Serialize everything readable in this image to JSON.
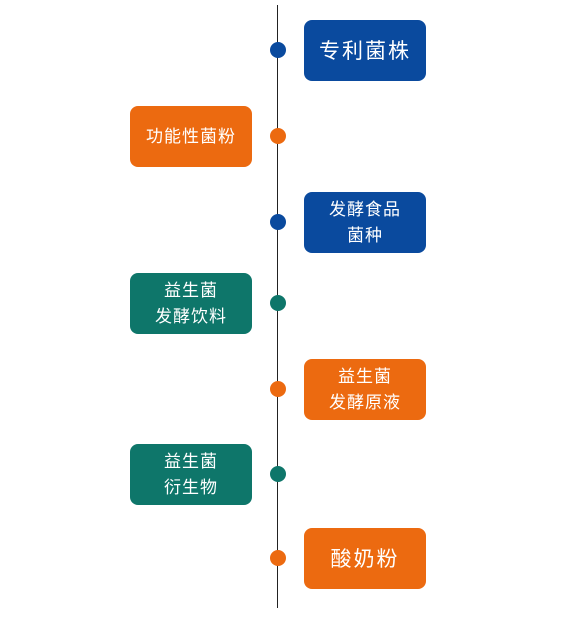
{
  "colors": {
    "blue": "#0a4a9e",
    "orange": "#ec6a10",
    "teal": "#0e766a"
  },
  "timeline": [
    {
      "label": "专利菌株",
      "side": "right",
      "color": "blue"
    },
    {
      "label": "功能性菌粉",
      "side": "left",
      "color": "orange"
    },
    {
      "label": "发酵食品\n菌种",
      "side": "right",
      "color": "blue"
    },
    {
      "label": "益生菌\n发酵饮料",
      "side": "left",
      "color": "teal"
    },
    {
      "label": "益生菌\n发酵原液",
      "side": "right",
      "color": "orange"
    },
    {
      "label": "益生菌\n衍生物",
      "side": "left",
      "color": "teal"
    },
    {
      "label": "酸奶粉",
      "side": "right",
      "color": "orange"
    }
  ]
}
